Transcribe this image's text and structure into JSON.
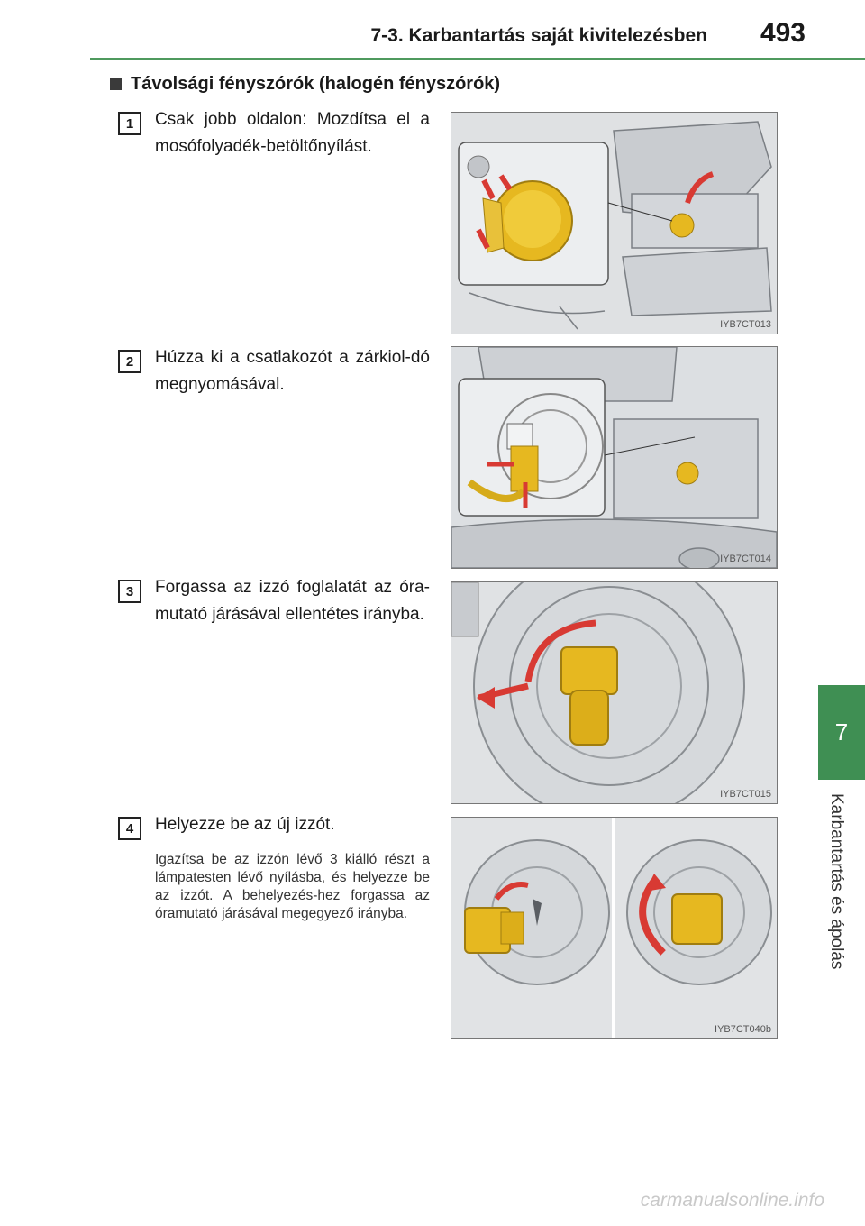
{
  "header": {
    "title": "7-3. Karbantartás saját kivitelezésben",
    "page_number": "493"
  },
  "chapter": {
    "number": "7",
    "label": "Karbantartás és ápolás"
  },
  "section": {
    "heading": "Távolsági fényszórók (halogén fényszórók)"
  },
  "steps": [
    {
      "num": "1",
      "text": "Csak jobb oldalon: Mozdítsa el a mosófolyadék-betöltőnyílást.",
      "figure_code": "IYB7CT013"
    },
    {
      "num": "2",
      "text": "Húzza ki a csatlakozót a zárkiol-dó megnyomásával.",
      "figure_code": "IYB7CT014"
    },
    {
      "num": "3",
      "text": "Forgassa az izzó foglalatát az óra-mutató járásával ellentétes irányba.",
      "figure_code": "IYB7CT015"
    },
    {
      "num": "4",
      "text": "Helyezze be az új izzót.",
      "note": "Igazítsa be az izzón lévő 3 kiálló részt a lámpatesten lévő nyílásba, és helyezze be az izzót. A behelyezés-hez forgassa az óramutató járásával megegyező irányba.",
      "figure_code": "IYB7CT040b"
    }
  ],
  "footer": {
    "watermark": "carmanualsonline.info"
  },
  "colors": {
    "accent": "#3f8f53",
    "bulb_yellow": "#e6b820",
    "arrow_red": "#d83a33"
  }
}
